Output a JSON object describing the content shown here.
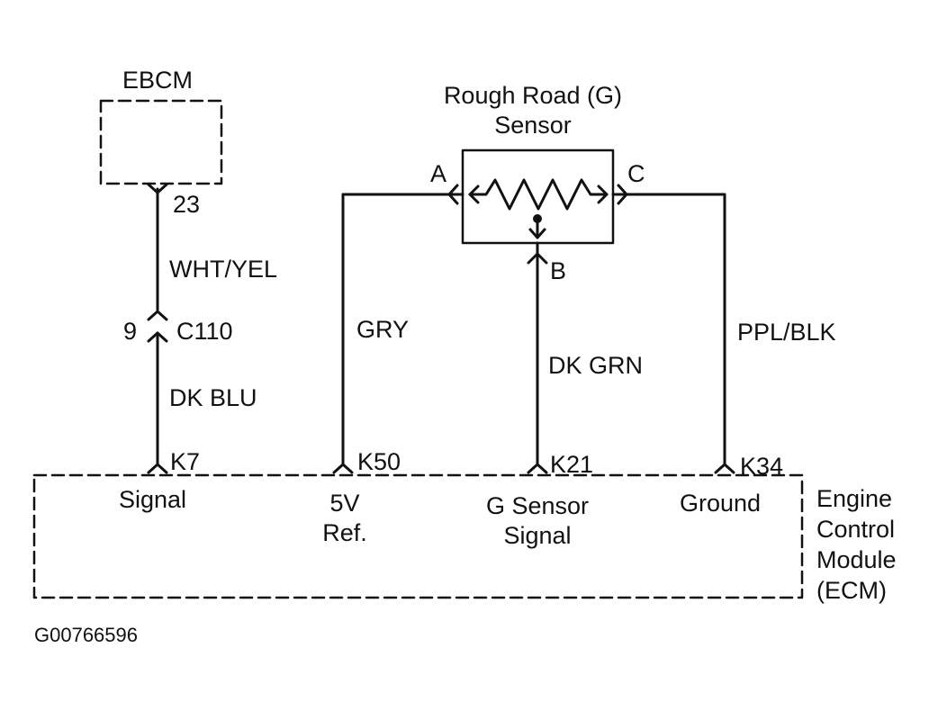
{
  "diagram": {
    "modules": {
      "ebcm": "EBCM",
      "sensor_title": "Rough Road (G)\nSensor",
      "ecm": "Engine\nControl\nModule\n(ECM)"
    },
    "sensor_pins": {
      "a": "A",
      "b": "B",
      "c": "C"
    },
    "ebcm_pin": "23",
    "connector": {
      "pin": "9",
      "name": "C110"
    },
    "wires": {
      "wht_yel": "WHT/YEL",
      "dk_blu": "DK BLU",
      "gry": "GRY",
      "dk_grn": "DK GRN",
      "ppl_blk": "PPL/BLK"
    },
    "ecm_pins": {
      "k7": "K7",
      "k50": "K50",
      "k21": "K21",
      "k34": "K34"
    },
    "ecm_functions": {
      "signal": "Signal",
      "ref_5v": "5V\nRef.",
      "g_sensor_signal": "G Sensor\nSignal",
      "ground": "Ground"
    },
    "figure_id": "G00766596",
    "line_color": "#111111"
  }
}
